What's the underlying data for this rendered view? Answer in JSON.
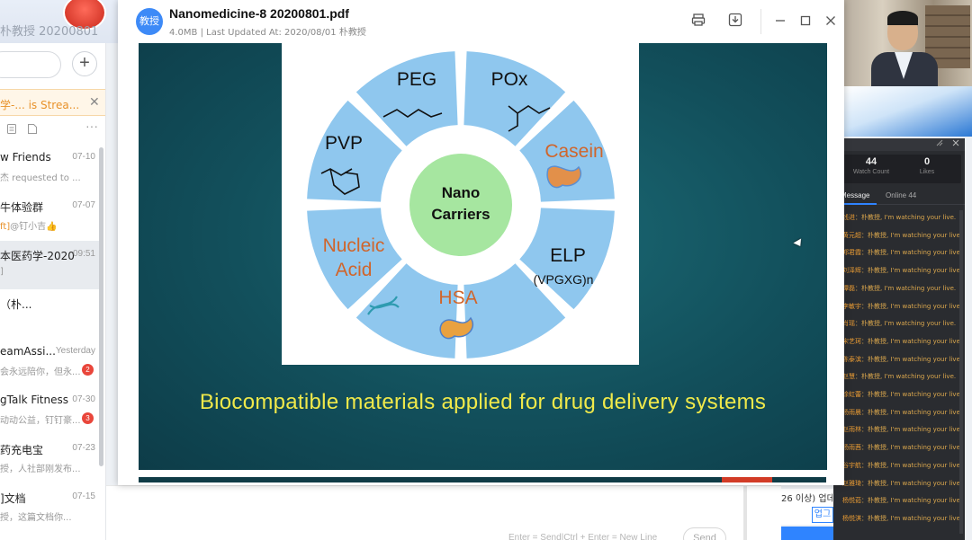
{
  "chat_app": {
    "title": "朴教授 20200801",
    "add_label": "+",
    "stream_bar": {
      "text": "学-... is Strea...",
      "close": "✕"
    },
    "tool_icons": [
      "checkbox-icon",
      "document-icon"
    ],
    "more": "···",
    "items": [
      {
        "name": "w Friends",
        "time": "07-10",
        "msg": "杰 requested to ...",
        "highlight": "",
        "badge": ""
      },
      {
        "name": "牛体验群",
        "time": "07-07",
        "msg": "@钉小吉👍",
        "highlight": "ft]",
        "badge": ""
      },
      {
        "name": "本医药学-2020",
        "time": "09:51",
        "msg": "]",
        "highlight": "",
        "badge": ""
      },
      {
        "name": "（朴...",
        "time": "",
        "msg": "",
        "highlight": "",
        "badge": ""
      },
      {
        "name": "eamAssi...",
        "time": "Yesterday",
        "msg": "会永远陪你，但永...",
        "highlight": "",
        "badge": "2"
      },
      {
        "name": "gTalk Fitness",
        "time": "07-30",
        "msg": "动动公益，钉钉豪...",
        "highlight": "",
        "badge": "3"
      },
      {
        "name": "药充电宝",
        "time": "07-23",
        "msg": "授，人社部刚发布...",
        "highlight": "",
        "badge": ""
      },
      {
        "name": "]文档",
        "time": "07-15",
        "msg": "授，这篇文档你...",
        "highlight": "",
        "badge": ""
      }
    ],
    "input_hint": "Enter = Send|Ctrl + Enter = New Line",
    "send_label": "Send",
    "behind_text": "26 이상) 업데",
    "upload_label": "업그"
  },
  "pdf": {
    "avatar_label": "教授",
    "title": "Nanomedicine-8 20200801.pdf",
    "meta": "4.0MB  |  Last Updated At: 2020/08/01 朴教授",
    "slide": {
      "center_line1": "Nano",
      "center_line2": "Carriers",
      "segments": [
        "PEG",
        "POx",
        "Casein",
        "ELP",
        "HSA",
        "Nucleic",
        "Acid",
        "PVP"
      ],
      "elp_formula": "(VPGXG)n",
      "caption": "Biocompatible materials applied for drug delivery systems"
    }
  },
  "live": {
    "watch_count": "44",
    "watch_label": "Watch Count",
    "likes": "0",
    "likes_label": "Likes",
    "tabs": [
      "Message",
      "Online 44"
    ],
    "messages": [
      {
        "who": "钱进",
        "text": "：朴教授, I'm watching your live."
      },
      {
        "who": "黄元超",
        "text": "：朴教授, I'm watching your live."
      },
      {
        "who": "郑君霞",
        "text": "：朴教授, I'm watching your live."
      },
      {
        "who": "刘泽辉",
        "text": "：朴教授, I'm watching your live."
      },
      {
        "who": "谭磊",
        "text": "：朴教授, I'm watching your live."
      },
      {
        "who": "李敏宇",
        "text": "：朴教授, I'm watching your live."
      },
      {
        "who": "肖瑶",
        "text": "：朴教授, I'm watching your live."
      },
      {
        "who": "宋艺珂",
        "text": "：朴教授, I'm watching your live."
      },
      {
        "who": "陈泰滨",
        "text": "：朴教授, I'm watching your live."
      },
      {
        "who": "赵慧",
        "text": "：朴教授, I'm watching your live."
      },
      {
        "who": "徐虹蕾",
        "text": "：朴教授, I'm watching your live."
      },
      {
        "who": "杨雨晨",
        "text": "：朴教授, I'm watching your live."
      },
      {
        "who": "赵雨林",
        "text": "：朴教授, I'm watching your live."
      },
      {
        "who": "杨雨茜",
        "text": "：朴教授, I'm watching your live."
      },
      {
        "who": "谷宇航",
        "text": "：朴教授, I'm watching your live."
      },
      {
        "who": "赵雅琦",
        "text": "：朴教授, I'm watching your live."
      },
      {
        "who": "杨悦茹",
        "text": "：朴教授, I'm watching your live."
      },
      {
        "who": "杨悦淇",
        "text": "：朴教授, I'm watching your live."
      }
    ]
  },
  "colors": {
    "accent": "#2f84ff",
    "slide_bg": "#124f5b",
    "caption": "#f0e94a",
    "segment": "#8fc7ee",
    "center": "#a6e6a0",
    "progress": "#d23b26"
  }
}
